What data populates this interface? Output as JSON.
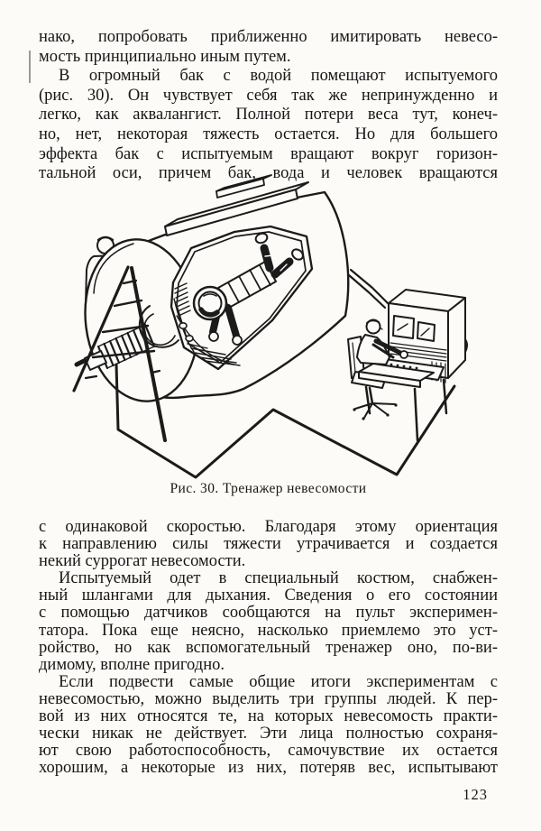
{
  "page": {
    "number": "123"
  },
  "figure": {
    "caption": "Рис. 30. Тренажер невесомости"
  },
  "text": {
    "top_lines": [
      "нако, попробовать приближенно имитировать невесо-",
      "мость принципиально иным путем.",
      "В огромный бак с водой помещают испытуемого",
      "(рис. 30). Он чувствует себя так же непринужденно и",
      "легко, как аквалангист. Полной потери веса тут, конеч-",
      "но, нет, некоторая тяжесть остается. Но для большего",
      "эффекта бак с испытуемым вращают вокруг горизон-",
      "тальной оси, причем бак, вода и человек вращаются"
    ],
    "bottom_lines": [
      "с одинаковой скоростью. Благодаря этому ориентация",
      "к направлению силы тяжести утрачивается и создается",
      "некий суррогат невесомости.",
      "Испытуемый одет в специальный костюм, снабжен-",
      "ный шлангами для дыхания. Сведения о его состоянии",
      "с помощью датчиков сообщаются на пульт эксперимен-",
      "татора. Пока еще неясно, насколько приемлемо это уст-",
      "ройство, но как вспомогательный тренажер оно, по-ви-",
      "димому, вполне пригодно.",
      "Если подвести самые общие итоги экспериментам с",
      "невесомостью, можно выделить три группы людей. К пер-",
      "вой из них относятся те, на которых невесомость практи-",
      "чески никак не действует. Эти лица полностью сохраня-",
      "ют свою работоспособность, самочувствие их остается",
      "хорошим, а некоторые из них, потеряв вес, испытывают"
    ]
  }
}
